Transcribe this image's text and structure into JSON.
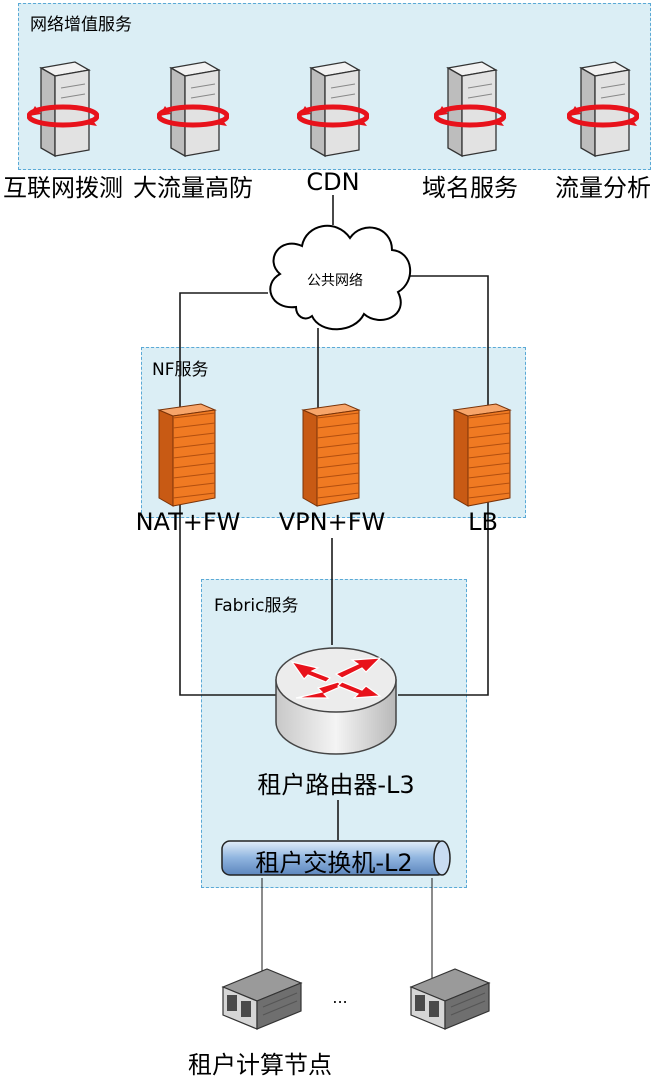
{
  "zones": {
    "value_added": "网络增值服务",
    "nf": "NF服务",
    "fabric": "Fabric服务"
  },
  "services": [
    {
      "label": "互联网拨测",
      "icon": "server-icon"
    },
    {
      "label": "大流量高防",
      "icon": "server-icon"
    },
    {
      "label": "CDN",
      "icon": "server-icon"
    },
    {
      "label": "域名服务",
      "icon": "server-icon"
    },
    {
      "label": "流量分析",
      "icon": "server-icon"
    }
  ],
  "cloud": {
    "label": "公共网络",
    "icon": "cloud-icon"
  },
  "nf_devices": [
    {
      "label": "NAT+FW",
      "icon": "firewall-icon"
    },
    {
      "label": "VPN+FW",
      "icon": "firewall-icon"
    },
    {
      "label": "LB",
      "icon": "firewall-icon"
    }
  ],
  "router": {
    "label": "租户路由器-L3",
    "icon": "router-icon"
  },
  "switch": {
    "label": "租户交换机-L2",
    "icon": "switch-icon"
  },
  "compute": {
    "label": "租户计算节点",
    "ellipsis": "...",
    "icon": "rack-server-icon"
  },
  "colors": {
    "zone_fill": "#dbeef5",
    "zone_border": "#5aa9d6",
    "firewall": "#f07a22",
    "arrow_red": "#e8121b",
    "switch_blue": "#9cc0e6"
  }
}
